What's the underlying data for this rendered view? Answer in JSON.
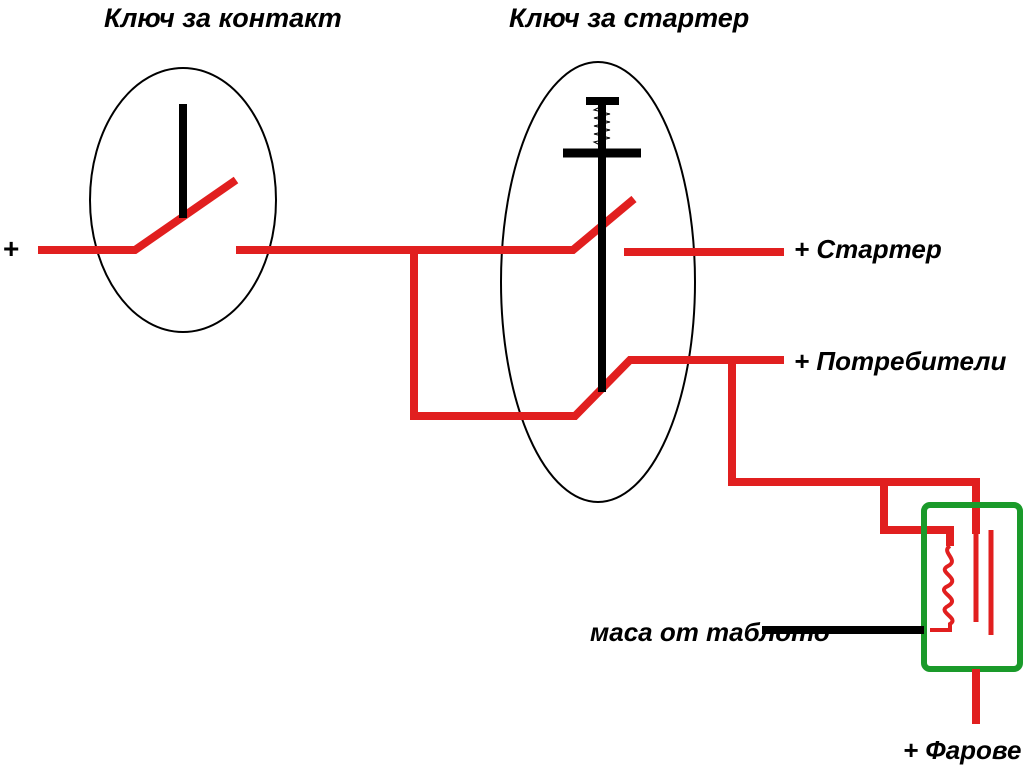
{
  "labels": {
    "ignition_key": "Ключ за контакт",
    "starter_key": "Ключ за стартер",
    "plus_input": "+",
    "starter_out": "+ Стартер",
    "consumers_out": "+ Потребители",
    "dash_ground": "маса от таблото",
    "headlights_out": "+ Фарове"
  },
  "colors": {
    "wire": "#e11f1f",
    "relay_box": "#1a9a2a",
    "outline": "#000000"
  }
}
